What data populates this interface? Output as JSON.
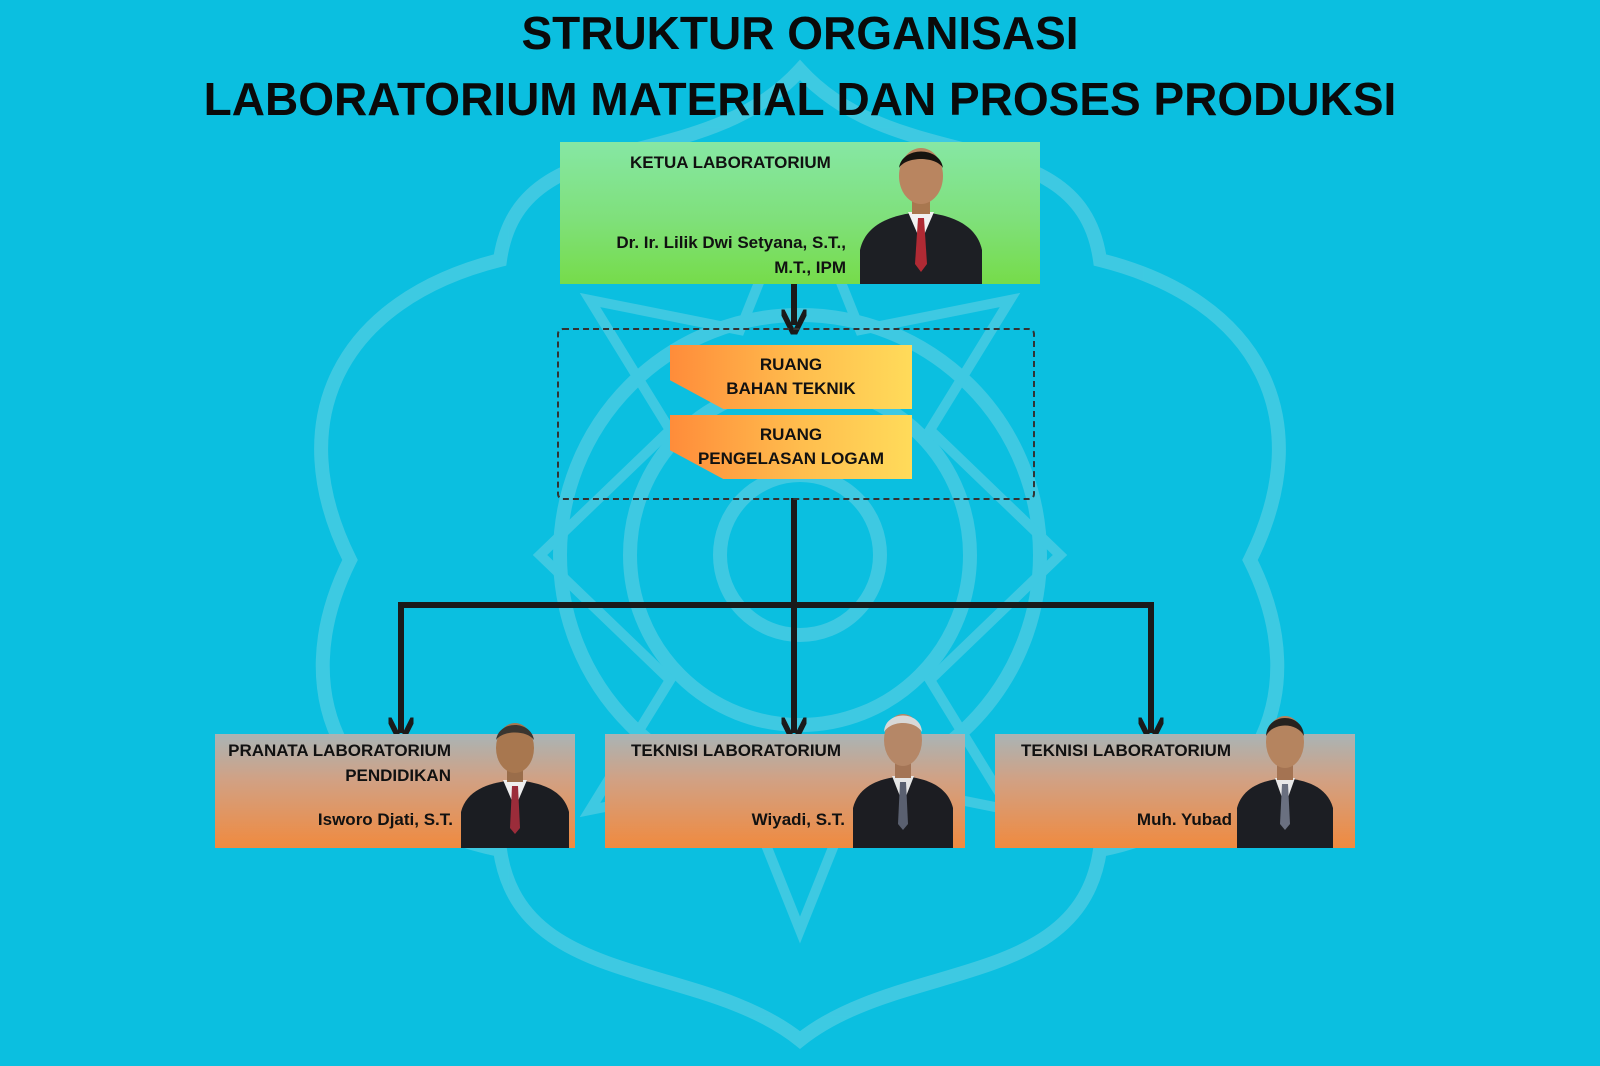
{
  "title": {
    "line1": "STRUKTUR ORGANISASI",
    "line2": "LABORATORIUM MATERIAL DAN PROSES PRODUKSI"
  },
  "head": {
    "role": "KETUA LABORATORIUM",
    "name_line1": "Dr. Ir. Lilik Dwi Setyana, S.T.,",
    "name_line2": "M.T., IPM"
  },
  "rooms": [
    {
      "line1": "RUANG",
      "line2": "BAHAN TEKNIK"
    },
    {
      "line1": "RUANG",
      "line2": "PENGELASAN LOGAM"
    }
  ],
  "staff": [
    {
      "role_line1": "PRANATA LABORATORIUM",
      "role_line2": "PENDIDIKAN",
      "name": "Isworo Djati, S.T."
    },
    {
      "role_line1": "TEKNISI LABORATORIUM",
      "role_line2": "",
      "name": "Wiyadi, S.T."
    },
    {
      "role_line1": "TEKNISI LABORATORIUM",
      "role_line2": "",
      "name": "Muh. Yubad"
    }
  ],
  "colors": {
    "background": "#0bbfe0",
    "head_box": "#7fe07a",
    "room_box": "#ffbe4e",
    "staff_box": "#f08a3f",
    "connector": "#1a1a1a"
  }
}
